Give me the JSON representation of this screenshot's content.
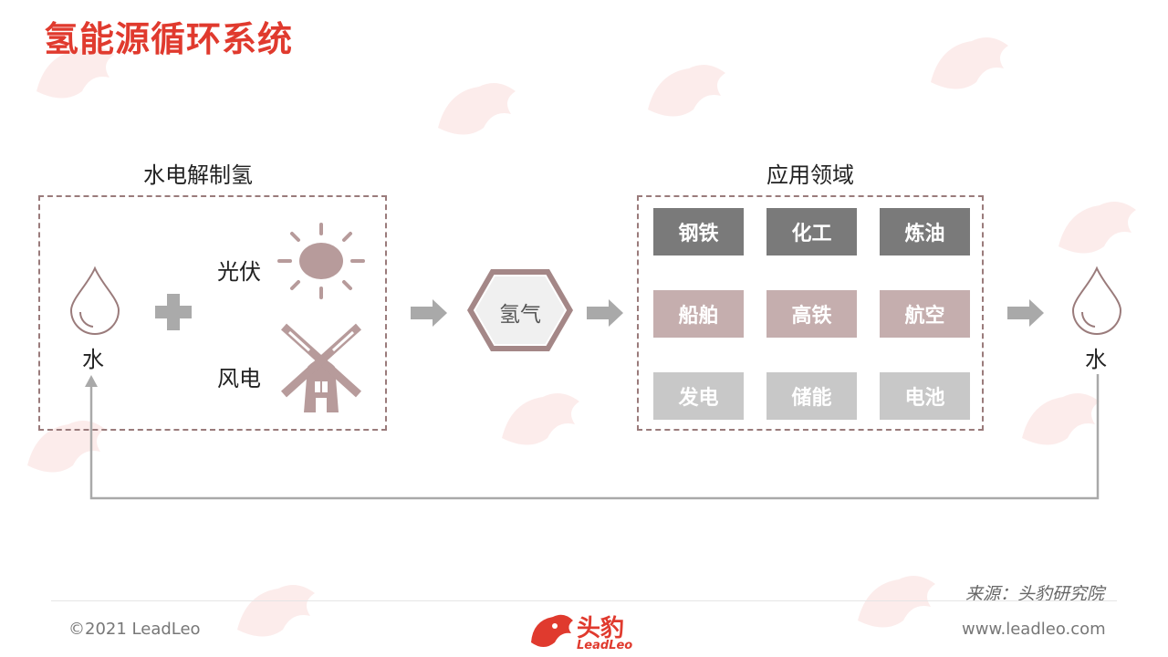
{
  "title": "氢能源循环系统",
  "production": {
    "label": "水电解制氢",
    "water_label": "水",
    "solar_label": "光伏",
    "wind_label": "风电"
  },
  "hydrogen": {
    "label": "氢气"
  },
  "applications": {
    "label": "应用领域",
    "items": [
      "钢铁",
      "化工",
      "炼油",
      "船舶",
      "高铁",
      "航空",
      "发电",
      "储能",
      "电池"
    ]
  },
  "output": {
    "water_label": "水"
  },
  "footer": {
    "source": "来源：头豹研究院",
    "copyright": "©2021 LeadLeo",
    "brand_cn": "头豹",
    "brand_en": "LeadLeo",
    "website": "www.leadleo.com"
  },
  "colors": {
    "title": "#e03a2e",
    "accent": "#b09090",
    "dark_cell": "#7a7a7a",
    "pink_cell": "#c5aeae",
    "light_cell": "#c8c8c8",
    "arrow": "#a9a9a9"
  }
}
